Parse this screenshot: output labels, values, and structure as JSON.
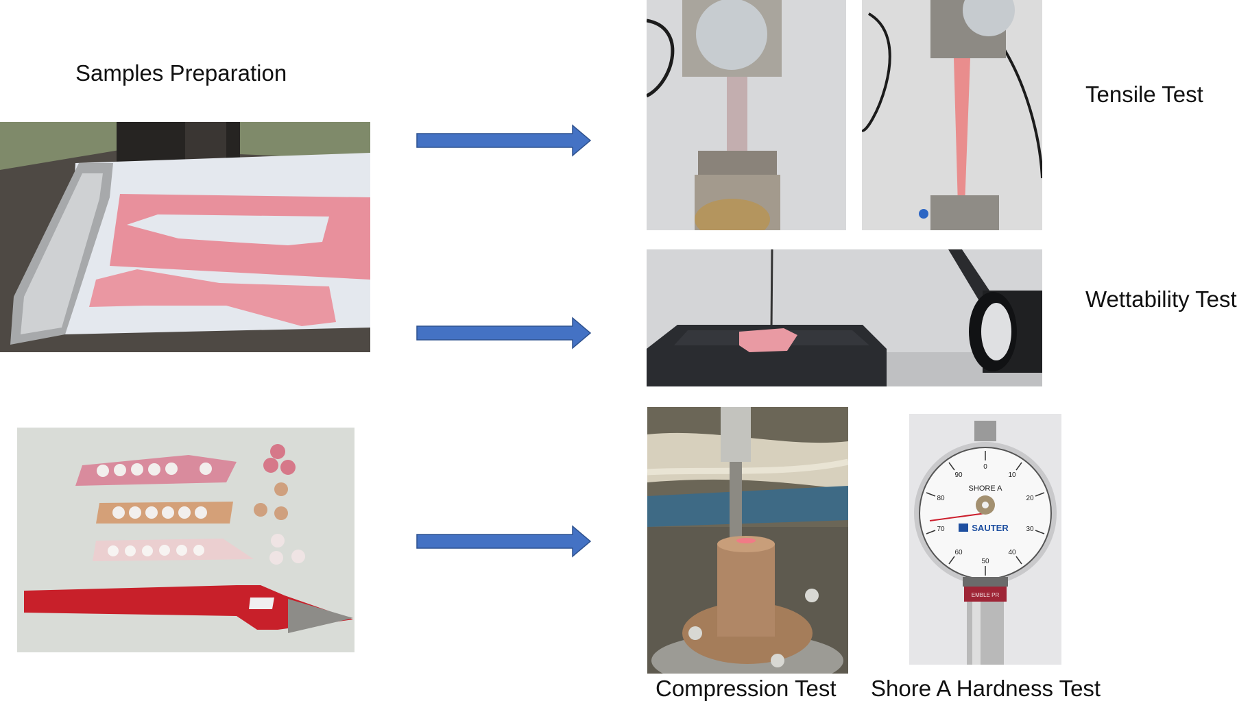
{
  "labels": {
    "samples_preparation": "Samples Preparation",
    "tensile_test": "Tensile Test",
    "wettability_test": "Wettability Test",
    "compression_test": "Compression Test",
    "shore_hardness_test": "Shore A Hardness Test"
  },
  "gauge": {
    "scale_label": "SHORE A",
    "brand": "SAUTER",
    "ticks": [
      "0",
      "10",
      "20",
      "30",
      "40",
      "50",
      "60",
      "70",
      "80",
      "90"
    ],
    "collar_text": "EMBLE PR"
  },
  "colors": {
    "arrow": "#4472C4",
    "arrow_outline": "#2F528F",
    "sample_pink": "#E8909C",
    "punch_red": "#C8202A"
  }
}
